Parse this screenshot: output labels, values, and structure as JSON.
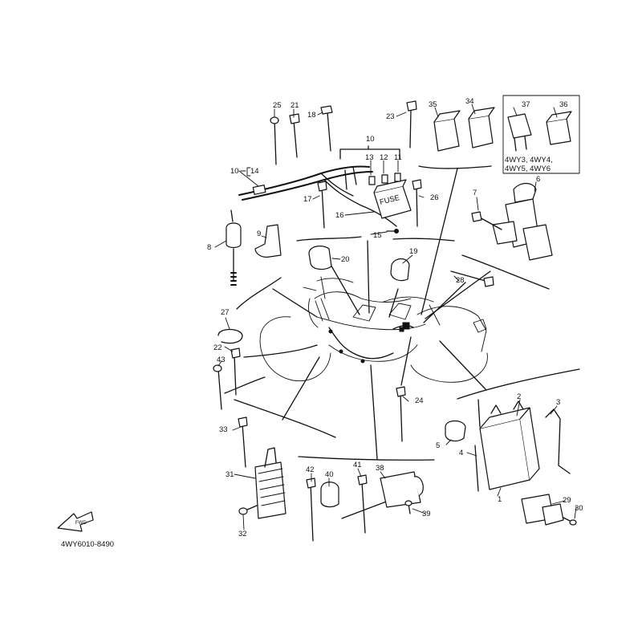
{
  "diagram_code": "4WY6010-8490",
  "fwd_label": "FWD",
  "variant_note": {
    "line1": "4WY3, 4WY4,",
    "line2": "4WY5, 4WY6"
  },
  "part_numbers": {
    "p1": "1",
    "p2": "2",
    "p3": "3",
    "p4": "4",
    "p5": "5",
    "p6": "6",
    "p7": "7",
    "p8": "8",
    "p9": "9",
    "p10a": "10",
    "p10b": "10",
    "p11": "11",
    "p12": "12",
    "p13": "13",
    "p14": "14",
    "p15": "15",
    "p16": "16",
    "p17": "17",
    "p18": "18",
    "p19": "19",
    "p20": "20",
    "p21": "21",
    "p22": "22",
    "p23": "23",
    "p24": "24",
    "p25": "25",
    "p26": "26",
    "p27": "27",
    "p28": "28",
    "p29": "29",
    "p30": "30",
    "p31": "31",
    "p32": "32",
    "p33": "33",
    "p34": "34",
    "p35": "35",
    "p36": "36",
    "p37": "37",
    "p38": "38",
    "p39": "39",
    "p40": "40",
    "p41": "41",
    "p42": "42",
    "p43": "43"
  }
}
